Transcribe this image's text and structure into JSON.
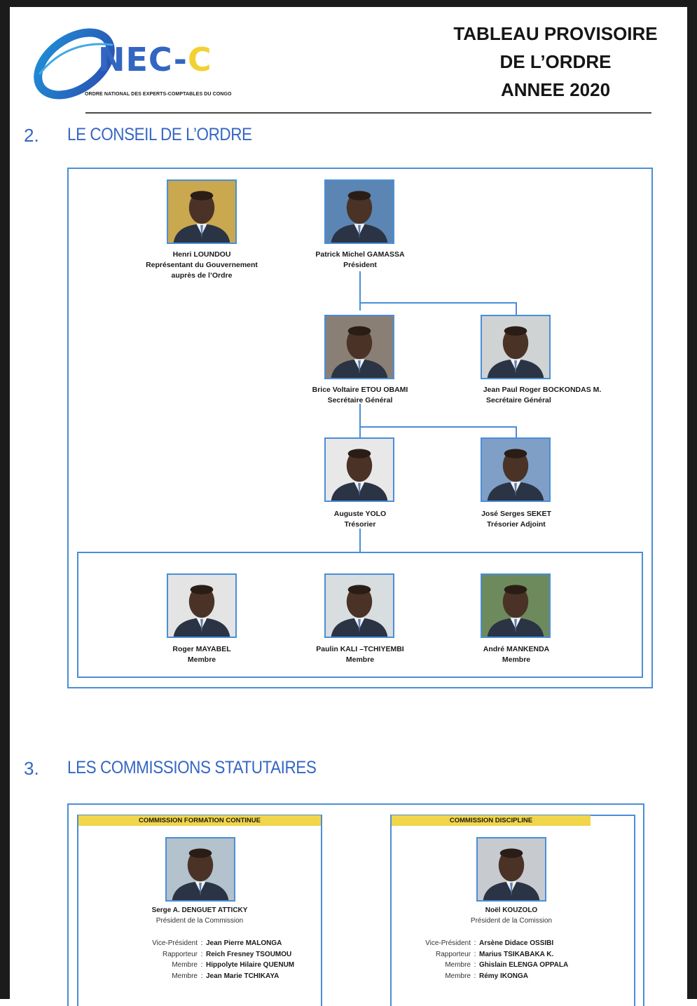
{
  "header": {
    "logo": {
      "word_main": "NEC-",
      "word_accent": "C",
      "subtitle": "ORDRE NATIONAL DES EXPERTS-COMPTABLES DU CONGO"
    },
    "title_lines": [
      "TABLEAU PROVISOIRE",
      "DE L’ORDRE",
      "ANNEE 2020"
    ]
  },
  "section2": {
    "number": "2.",
    "title": "LE CONSEIL DE L’ORDRE"
  },
  "council": {
    "government_rep": {
      "name": "Henri LOUNDOU",
      "role_lines": [
        "Représentant du Gouvernement",
        "auprès de l’Ordre"
      ],
      "photo_bg": "#c9a850"
    },
    "president": {
      "name": "Patrick Michel GAMASSA",
      "role": "Président",
      "photo_bg": "#5b86b3"
    },
    "secretaries": [
      {
        "name": "Brice Voltaire ETOU OBAMI",
        "role": "Secrétaire Général",
        "photo_bg": "#8a7f74"
      },
      {
        "name": "Jean Paul Roger BOCKONDAS M.",
        "role": "Secrétaire Général",
        "photo_bg": "#cfd3d4"
      }
    ],
    "treasurers": [
      {
        "name": "Auguste YOLO",
        "role": "Trésorier",
        "photo_bg": "#e8e8e8"
      },
      {
        "name": "José Serges SEKET",
        "role": "Trésorier Adjoint",
        "photo_bg": "#7f9fc7"
      }
    ],
    "members": [
      {
        "name": "Roger MAYABEL",
        "role": "Membre",
        "photo_bg": "#e4e4e4"
      },
      {
        "name": "Paulin KALI –TCHIYEMBI",
        "role": "Membre",
        "photo_bg": "#d8dde0"
      },
      {
        "name": "André MANKENDA",
        "role": "Membre",
        "photo_bg": "#6d8a5c"
      }
    ]
  },
  "section3": {
    "number": "3.",
    "title": "LES COMMISSIONS STATUTAIRES"
  },
  "commissions": [
    {
      "banner": "COMMISSION FORMATION CONTINUE",
      "president_name": "Serge A. DENGUET ATTICKY",
      "president_role": "Président de la Commission",
      "photo_bg": "#b3c2cc",
      "roles": [
        {
          "role": "Vice-Président",
          "name": "Jean Pierre MALONGA"
        },
        {
          "role": "Rapporteur",
          "name": "Reich Fresney TSOUMOU"
        },
        {
          "role": "Membre",
          "name": "Hippolyte Hilaire QUENUM"
        },
        {
          "role": "Membre",
          "name": "Jean Marie TCHIKAYA"
        }
      ]
    },
    {
      "banner": "COMMISSION DISCIPLINE",
      "president_name": "Noël KOUZOLO",
      "president_role": "Président de la Comission",
      "photo_bg": "#c7cbd0",
      "roles": [
        {
          "role": "Vice-Président",
          "name": "Arsène Didace OSSIBI"
        },
        {
          "role": "Rapporteur",
          "name": "Marius TSIKABAKA K."
        },
        {
          "role": "Membre",
          "name": "Ghislain ELENGA OPPALA"
        },
        {
          "role": "Membre",
          "name": "Rémy IKONGA"
        }
      ]
    }
  ],
  "colors": {
    "accent_blue": "#3566c4",
    "frame_blue": "#4a8ed8",
    "banner_yellow": "#f1d54a"
  }
}
